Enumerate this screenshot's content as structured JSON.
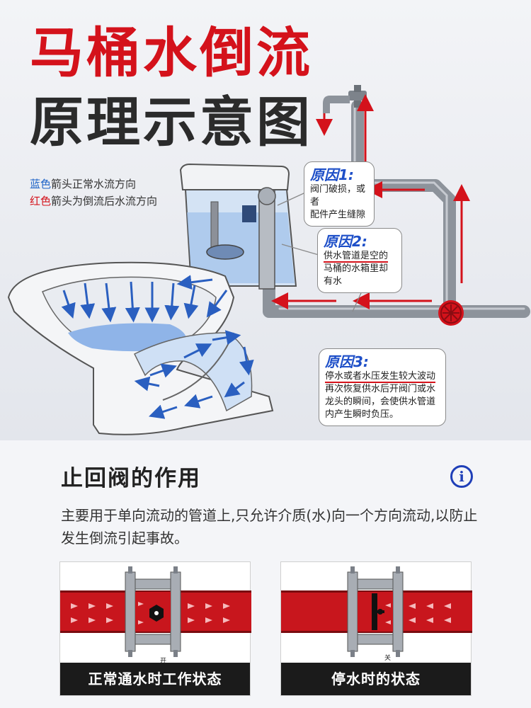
{
  "header": {
    "title_line1": "马桶水倒流",
    "title_line2": "原理示意图"
  },
  "legend": {
    "blue_word": "蓝色",
    "blue_rest": "箭头正常水流方向",
    "red_word": "红色",
    "red_rest": "箭头为倒流后水流方向"
  },
  "callouts": [
    {
      "title": "原因1:",
      "line1": "阀门破损，或者",
      "line2": "配件产生缝隙"
    },
    {
      "title": "原因2:",
      "line1": "供水管道是空的",
      "line2": "马桶的水箱里却有水"
    },
    {
      "title": "原因3:",
      "line1": "停水或者水压发生较大波动",
      "line2": "再次恢复供水后开阀门或水",
      "line3": "龙头的瞬间，会使供水管道",
      "line4": "内产生瞬时负压。"
    }
  ],
  "section": {
    "title": "止回阀的作用",
    "description": "主要用于单向流动的管道上,只允许介质(水)向一个方向流动,以防止发生倒流引起事故。"
  },
  "panels": [
    {
      "caption": "正常通水时工作状态",
      "valve_label": "开"
    },
    {
      "caption": "停水时的状态",
      "valve_label": "关"
    }
  ],
  "colors": {
    "title_red": "#d4121b",
    "normal_flow": "#2a5fc0",
    "reverse_flow": "#d4121b",
    "pipe": "#8d939b",
    "water": "#bcd6f3"
  }
}
